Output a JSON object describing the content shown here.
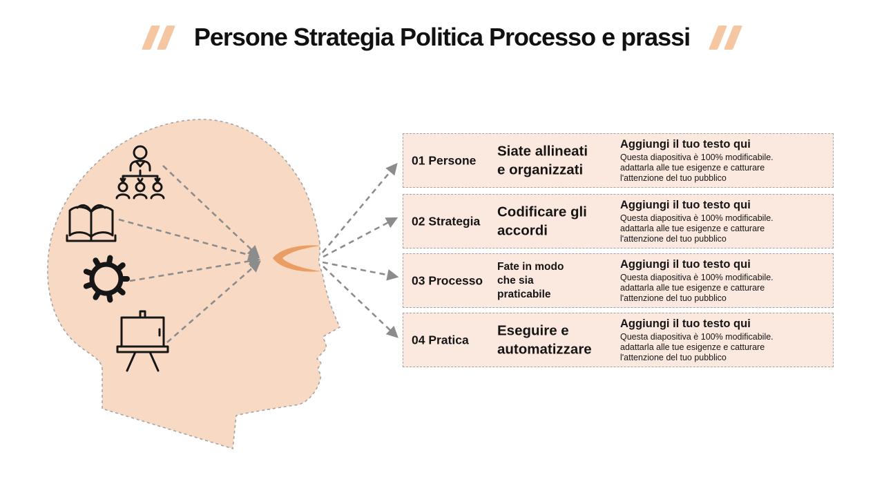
{
  "slide": {
    "title": "Persone Strategia Politica Processo e prassi"
  },
  "colors": {
    "head_fill": "#F8D9C3",
    "row_fill": "#FBE9DF",
    "accent_slash": "#F4C7A2",
    "swoosh": "#EB9E64",
    "line_gray": "#8C8C8C",
    "border_gray": "#A3A3A3",
    "text_dark": "#151515"
  },
  "head": {
    "icons": [
      "org-chart-icon",
      "open-book-icon",
      "gear-icon",
      "presentation-easel-icon"
    ],
    "eye_decoration": "orange-eye-swoosh"
  },
  "rows": [
    {
      "number_label": "01 Persone",
      "heading": "Siate allineati\ne organizzati",
      "cta": "Aggiungi il tuo testo qui",
      "body": "Questa diapositiva è 100% modificabile.\nadattarla alle tue esigenze e catturare\nl'attenzione del tuo pubblico"
    },
    {
      "number_label": "02 Strategia",
      "heading": "Codificare gli\naccordi",
      "cta": "Aggiungi il tuo testo qui",
      "body": "Questa diapositiva è 100% modificabile.\nadattarla alle tue esigenze e catturare\nl'attenzione del tuo pubblico"
    },
    {
      "number_label": "03 Processo",
      "heading": "Fate in modo\nche sia\npraticabile",
      "cta": "Aggiungi il tuo testo qui",
      "body": "Questa diapositiva è 100% modificabile.\nadattarla alle tue esigenze e catturare\nl'attenzione del tuo pubblico"
    },
    {
      "number_label": "04 Pratica",
      "heading": "Eseguire e\nautomatizzare",
      "cta": "Aggiungi il tuo testo qui",
      "body": "Questa diapositiva è 100% modificabile.\nadattarla alle tue esigenze e catturare\nl'attenzione del tuo pubblico"
    }
  ]
}
